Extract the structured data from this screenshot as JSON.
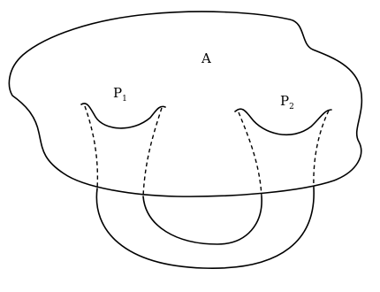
{
  "labels": {
    "region": "A",
    "patch1": {
      "base": "P",
      "subscript": "1"
    },
    "patch2": {
      "base": "P",
      "subscript": "2"
    }
  },
  "colors": {
    "stroke": "#000000",
    "background": "#ffffff"
  }
}
